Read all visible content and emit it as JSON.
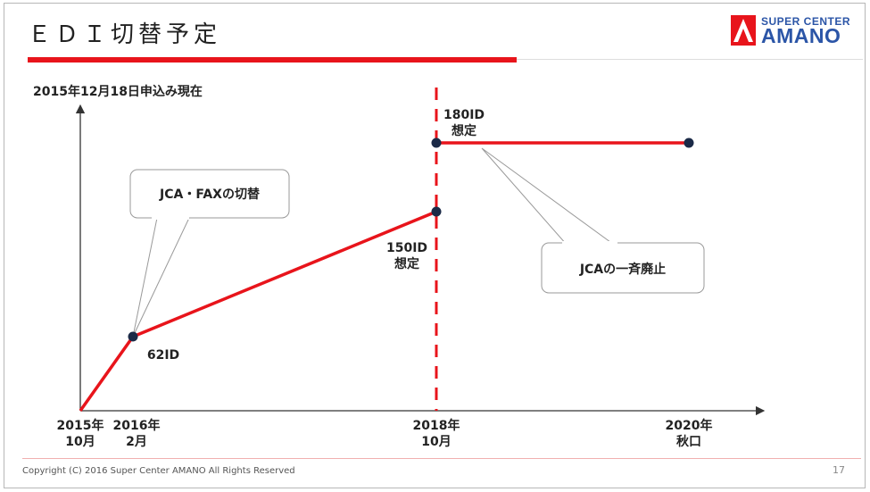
{
  "slide": {
    "title": "ＥＤＩ切替予定",
    "as_of": "2015年12月18日申込み現在",
    "logo": {
      "line1": "SUPER CENTER",
      "line2": "AMANO"
    },
    "footer": "Copyright (C) 2016 Super Center AMANO All Rights Reserved",
    "page_number": "17",
    "colors": {
      "accent": "#e8141b",
      "logo_blue": "#2b55a7",
      "marker": "#1b2a47"
    }
  },
  "chart_data": {
    "type": "line",
    "title": "",
    "xlabel": "",
    "ylabel": "",
    "x_ticks": [
      {
        "label": [
          "2015年",
          "10月"
        ]
      },
      {
        "label": [
          "2016年",
          "2月"
        ]
      },
      {
        "label": [
          "2018年",
          "10月"
        ]
      },
      {
        "label": [
          "2020年",
          "秋口"
        ]
      }
    ],
    "series": [
      {
        "points": [
          {
            "x": "2015年10月",
            "y": 0
          },
          {
            "x": "2016年2月",
            "y": 62,
            "label": "62ID"
          },
          {
            "x": "2018年10月",
            "y": 150,
            "label": [
              "150ID",
              "想定"
            ]
          }
        ]
      },
      {
        "points": [
          {
            "x": "2018年10月",
            "y": 180,
            "label": [
              "180ID",
              "想定"
            ]
          },
          {
            "x": "2020年秋口",
            "y": 180
          }
        ]
      }
    ],
    "vertical_marker": {
      "x": "2018年10月",
      "style": "dashed",
      "color": "#e8141b"
    },
    "callouts": [
      {
        "text": "JCA・FAXの切替"
      },
      {
        "text": "JCAの一斉廃止"
      }
    ]
  }
}
